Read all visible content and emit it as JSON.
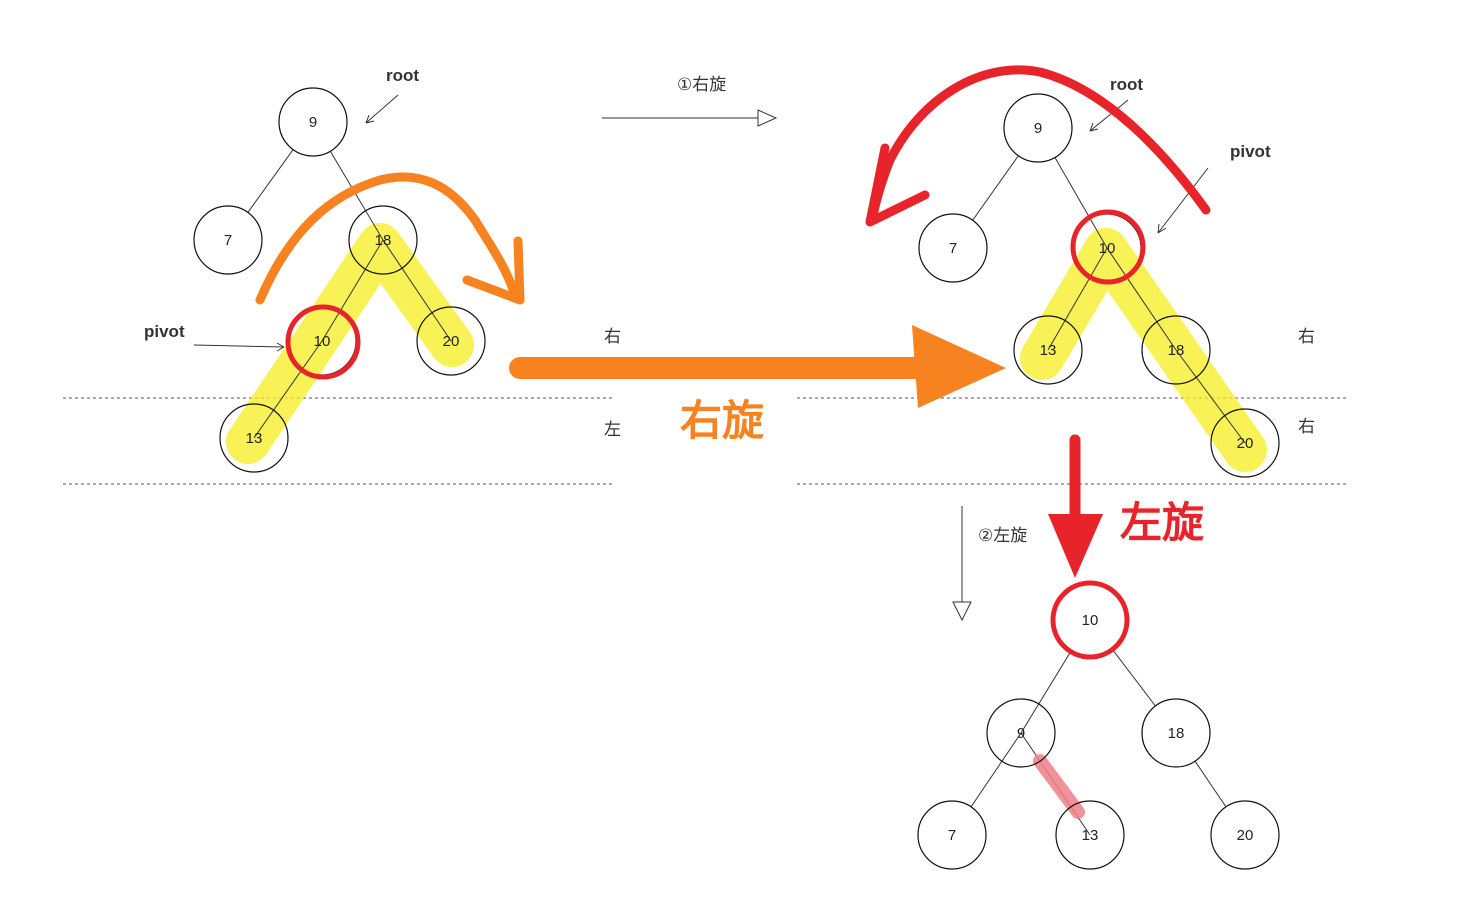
{
  "tree1": {
    "nodes": [
      "9",
      "7",
      "18",
      "10",
      "20",
      "13"
    ],
    "root_label": "root",
    "pivot_label": "pivot"
  },
  "tree2": {
    "nodes": [
      "9",
      "7",
      "10",
      "13",
      "18",
      "20"
    ],
    "root_label": "root",
    "pivot_label": "pivot"
  },
  "tree3": {
    "nodes": [
      "10",
      "9",
      "18",
      "7",
      "13",
      "20"
    ]
  },
  "steps": {
    "step1": "①右旋",
    "step2": "②左旋"
  },
  "side_labels": {
    "t1_right": "右",
    "t1_left": "左",
    "t2_right1": "右",
    "t2_right2": "右"
  },
  "big_labels": {
    "rotate_right": "右旋",
    "rotate_left": "左旋"
  },
  "colors": {
    "highlight": "#f5ee1e",
    "red": "#e8242b",
    "orange": "#f78320",
    "pink": "#ef7f86"
  }
}
